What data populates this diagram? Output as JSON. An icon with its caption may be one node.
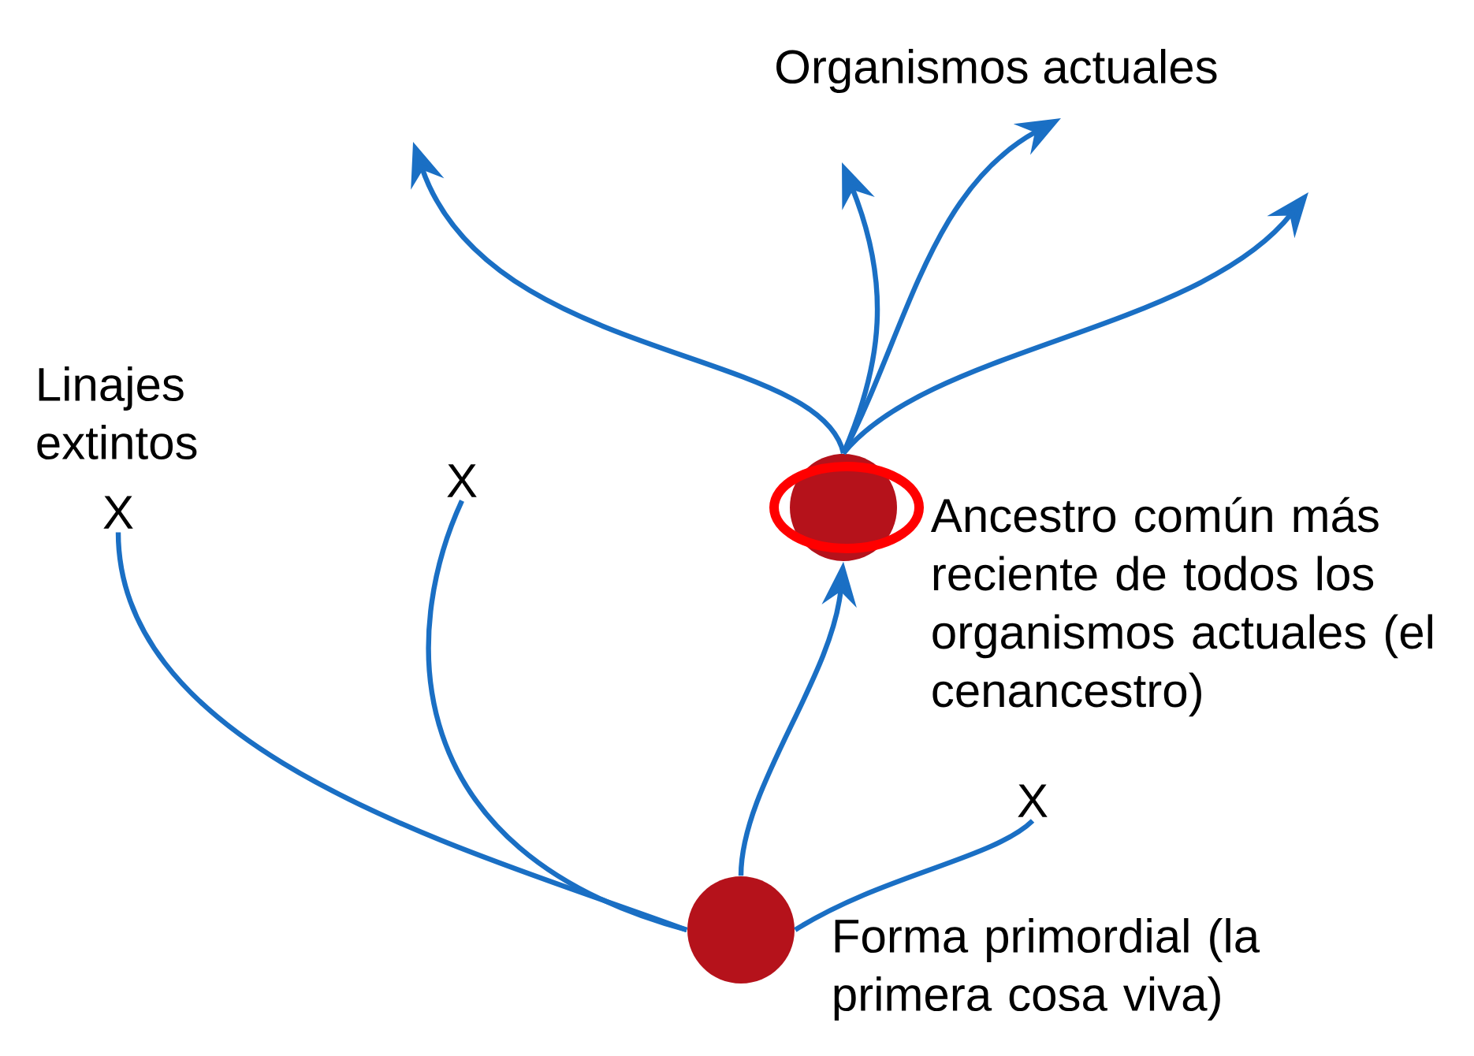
{
  "diagram": {
    "nodes": [
      {
        "text": [
          "X"
        ]
      },
      {
        "text": [
          "X"
        ]
      },
      {
        "text": [],
        "shape": "circle",
        "beside": [
          "Ancestro común más reciente de todos los organismos actuales (el cenancestro)"
        ]
      },
      {
        "text": [
          "X"
        ]
      },
      {
        "text": [],
        "shape": "circle",
        "beside": [
          "Forma primordial (la primera cosa viva)"
        ]
      }
    ],
    "edges": [
      {
        "from": 4,
        "to": 2,
        "arrow": "to"
      },
      {
        "from": 4,
        "to": 0,
        "arrow": "none"
      },
      {
        "from": 4,
        "to": 1,
        "arrow": "none"
      },
      {
        "from": 4,
        "to": 3,
        "arrow": "none"
      },
      {
        "from": 2,
        "to": null,
        "arrow": "to"
      },
      {
        "from": 2,
        "to": null,
        "arrow": "to"
      },
      {
        "from": 2,
        "to": null,
        "arrow": "to"
      },
      {
        "from": 2,
        "to": null,
        "arrow": "to"
      }
    ],
    "labels": [
      "Organismos actuales",
      "Linajes extintos"
    ]
  }
}
